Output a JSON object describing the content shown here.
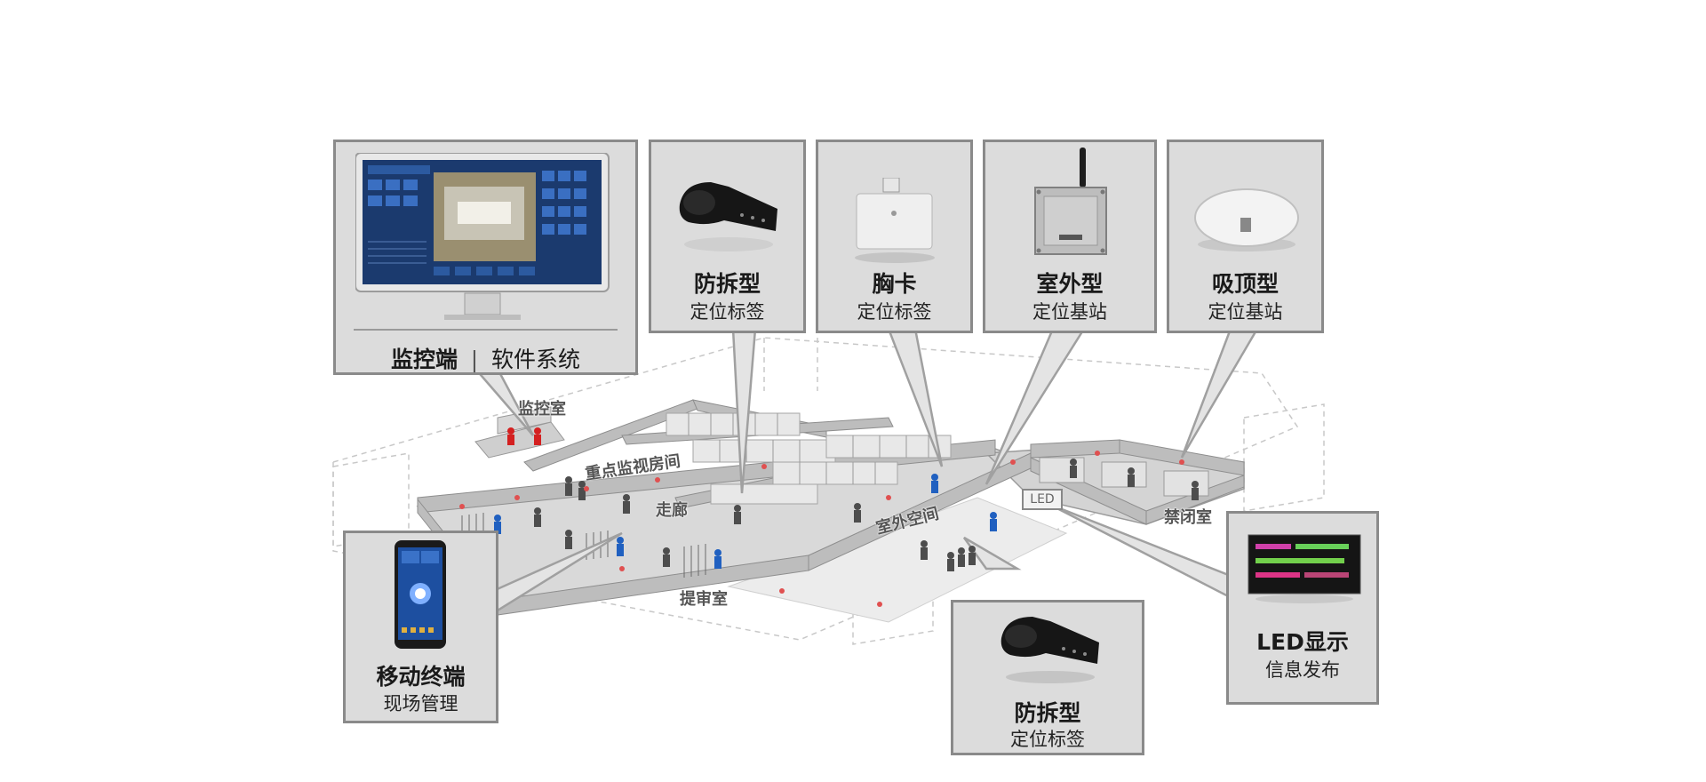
{
  "monitor_box": {
    "title": "监控端",
    "separator": "|",
    "subtitle": "软件系统"
  },
  "tags": [
    {
      "title": "防拆型",
      "subtitle": "定位标签"
    },
    {
      "title": "胸卡",
      "subtitle": "定位标签"
    },
    {
      "title": "室外型",
      "subtitle": "定位基站"
    },
    {
      "title": "吸顶型",
      "subtitle": "定位基站"
    }
  ],
  "mobile_box": {
    "title": "移动终端",
    "subtitle": "现场管理"
  },
  "bottom_tag": {
    "title": "防拆型",
    "subtitle": "定位标签"
  },
  "led_box": {
    "title": "LED显示",
    "subtitle": "信息发布"
  },
  "zones": {
    "monitor_room": "监控室",
    "key_room": "重点监视房间",
    "corridor": "走廊",
    "outdoor": "室外空间",
    "confinement": "禁闭室",
    "interrogation": "提审室",
    "led_sign": "LED"
  },
  "colors": {
    "box_fill": "#dcdcdc",
    "box_border": "#8a8a8a",
    "screen": "#1b3a6e",
    "person_red": "#d42020",
    "person_blue": "#2060c0"
  }
}
